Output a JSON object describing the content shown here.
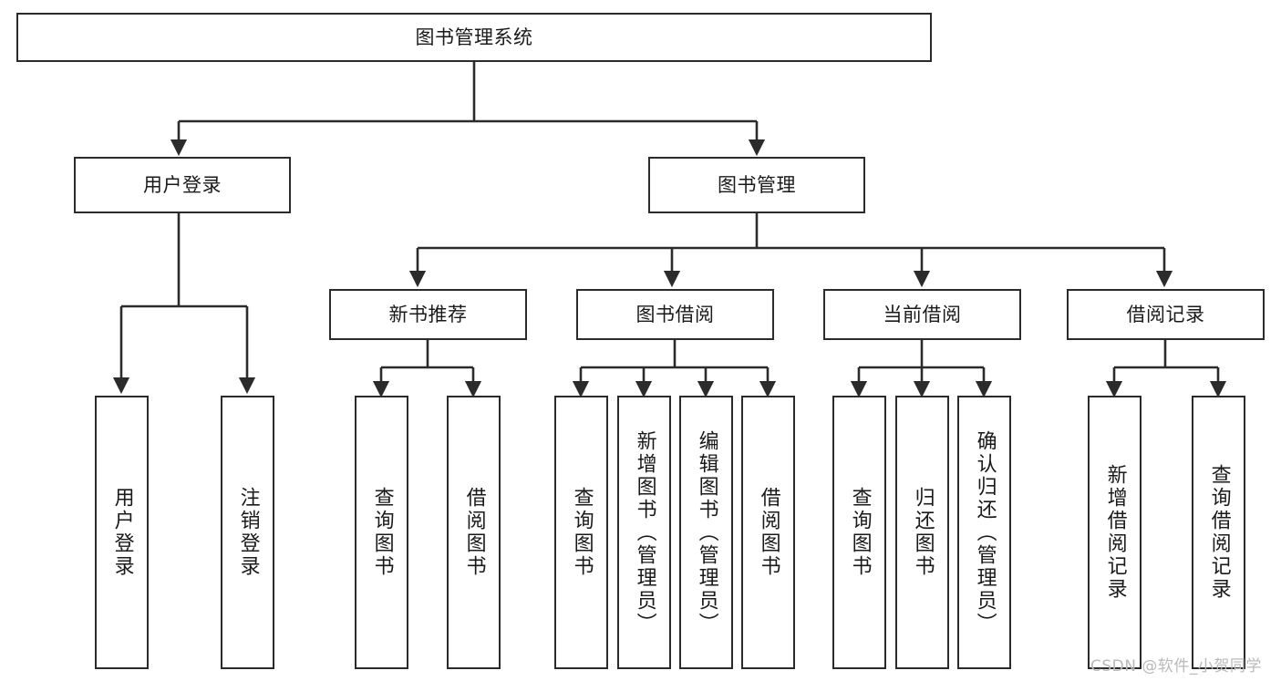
{
  "diagram": {
    "type": "tree",
    "title": "图书管理系统",
    "orientation": "top-down",
    "colors": {
      "box_border": "#2b2b2b",
      "box_fill": "#ffffff",
      "edge": "#2b2b2b",
      "text": "#1a1a1a",
      "watermark": "#b9b9b9"
    },
    "watermark": "CSDN @软件_小贺同学",
    "root": {
      "label": "图书管理系统"
    },
    "level1": [
      {
        "label": "用户登录"
      },
      {
        "label": "图书管理"
      }
    ],
    "level2": [
      {
        "label": "新书推荐"
      },
      {
        "label": "图书借阅"
      },
      {
        "label": "当前借阅"
      },
      {
        "label": "借阅记录"
      }
    ],
    "leaves": {
      "user_login": [
        {
          "label": "用户登录"
        },
        {
          "label": "注销登录"
        }
      ],
      "new_book_recommend": [
        {
          "label": "查询图书"
        },
        {
          "label": "借阅图书"
        }
      ],
      "book_borrow": [
        {
          "label": "查询图书"
        },
        {
          "label": "新增图书（管理员）"
        },
        {
          "label": "编辑图书（管理员）"
        },
        {
          "label": "借阅图书"
        }
      ],
      "current_borrow": [
        {
          "label": "查询图书"
        },
        {
          "label": "归还图书"
        },
        {
          "label": "确认归还（管理员）"
        }
      ],
      "borrow_record": [
        {
          "label": "新增借阅记录"
        },
        {
          "label": "查询借阅记录"
        }
      ]
    }
  }
}
